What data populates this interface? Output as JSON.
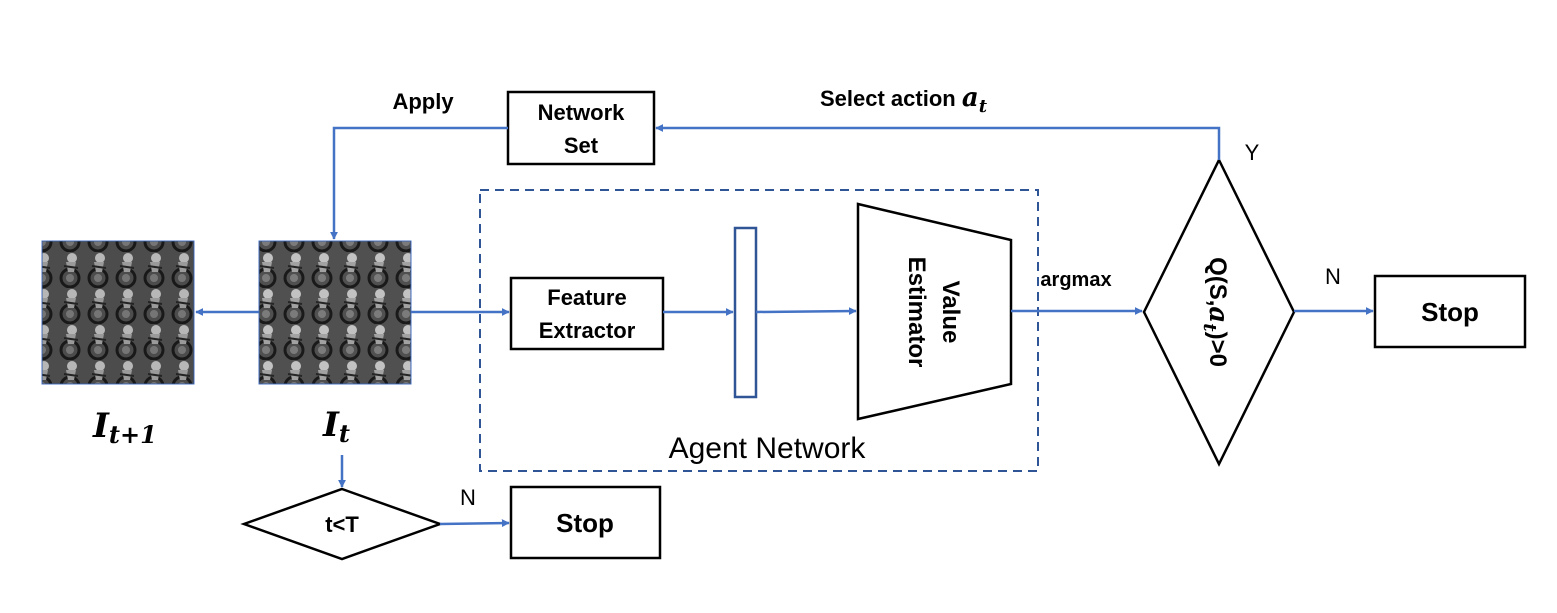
{
  "colors": {
    "arrow": "#4472c4",
    "box_border": "#000000",
    "dashed_border": "#2f5597",
    "vector_border": "#2f5597",
    "photo_background": "#555555"
  },
  "image_next": {
    "base": "I",
    "subscript": "t+1"
  },
  "image_current": {
    "base": "I",
    "subscript": "t"
  },
  "network_set": {
    "line1": "Network",
    "line2": "Set"
  },
  "apply_label": "Apply",
  "select_action": {
    "text": "Select action ",
    "math_base": "a",
    "math_sub": "t"
  },
  "feature_extractor": {
    "line1": "Feature",
    "line2": "Extractor"
  },
  "value_estimator": {
    "line1": "Value",
    "line2": "Estimator"
  },
  "agent_network_label": "Agent Network",
  "argmax_label": "argmax",
  "q_condition": {
    "pre": "Q(S,",
    "math_base": "a",
    "math_sub": "t",
    "post": ")>0"
  },
  "yes_label": "Y",
  "no_label_right": "N",
  "stop_right": "Stop",
  "t_condition": "t<T",
  "no_label_bottom": "N",
  "stop_bottom": "Stop"
}
